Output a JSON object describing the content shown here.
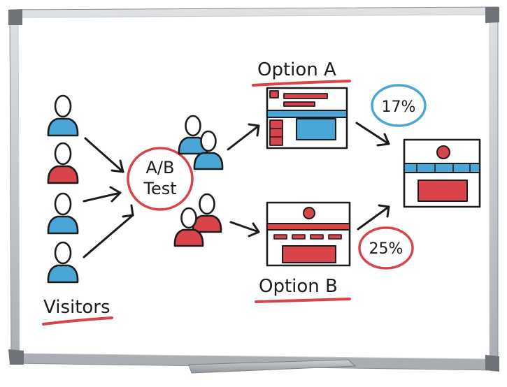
{
  "labels": {
    "visitors": "Visitors",
    "ab_line1": "A/B",
    "ab_line2": "Test",
    "option_a": "Option A",
    "option_b": "Option B",
    "result_a": "17%",
    "result_b": "25%"
  },
  "colors": {
    "marker_black": "#1c1c1c",
    "marker_red": "#d9434a",
    "marker_blue": "#4aa6d6",
    "frame": "#b8bcc0",
    "board": "#ffffff"
  }
}
